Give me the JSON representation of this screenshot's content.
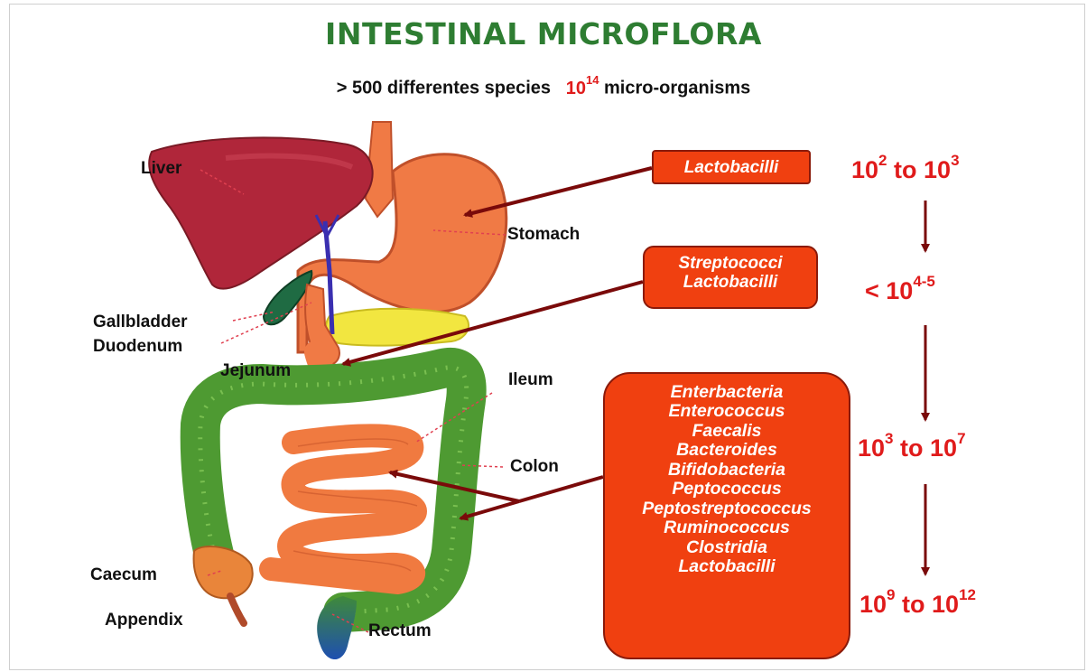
{
  "title": "INTESTINAL MICROFLORA",
  "subtitle": {
    "species": "> 500 differentes species",
    "count_base": "10",
    "count_exp": "14",
    "count_unit": "micro-organisms"
  },
  "organ_labels": {
    "liver": "Liver",
    "stomach": "Stomach",
    "gallbladder": "Gallbladder",
    "duodenum": "Duodenum",
    "jejunum": "Jejunum",
    "ileum": "Ileum",
    "colon": "Colon",
    "caecum": "Caecum",
    "appendix": "Appendix",
    "rectum": "Rectum"
  },
  "bacteria": {
    "stomach": [
      "Lactobacilli"
    ],
    "upper_intestine": [
      "Streptococci",
      "Lactobacilli"
    ],
    "lower_intestine": [
      "Enterbacteria",
      "Enterococcus",
      "Faecalis",
      "Bacteroides",
      "Bifidobacteria",
      "Peptococcus",
      "Peptostreptococcus",
      "Ruminococcus",
      "Clostridia",
      "Lactobacilli"
    ]
  },
  "counts": {
    "c1": {
      "a": "10",
      "a_exp": "2",
      "mid": " to ",
      "b": "10",
      "b_exp": "3"
    },
    "c2": {
      "a": "< 10",
      "a_exp": "4-5"
    },
    "c3": {
      "a": "10",
      "a_exp": "3",
      "mid": " to ",
      "b": "10",
      "b_exp": "7"
    },
    "c4": {
      "a": "10",
      "a_exp": "9",
      "mid": " to ",
      "b": "10",
      "b_exp": "12"
    }
  },
  "colors": {
    "title": "#2e7d32",
    "count_red": "#e01b1b",
    "box_fill": "#f04010",
    "arrow": "#7a0a0a",
    "stomach": "#f07a45",
    "liver": "#b0263a",
    "intestine_green": "#4e9a32",
    "small_intestine": "#f07a40"
  }
}
